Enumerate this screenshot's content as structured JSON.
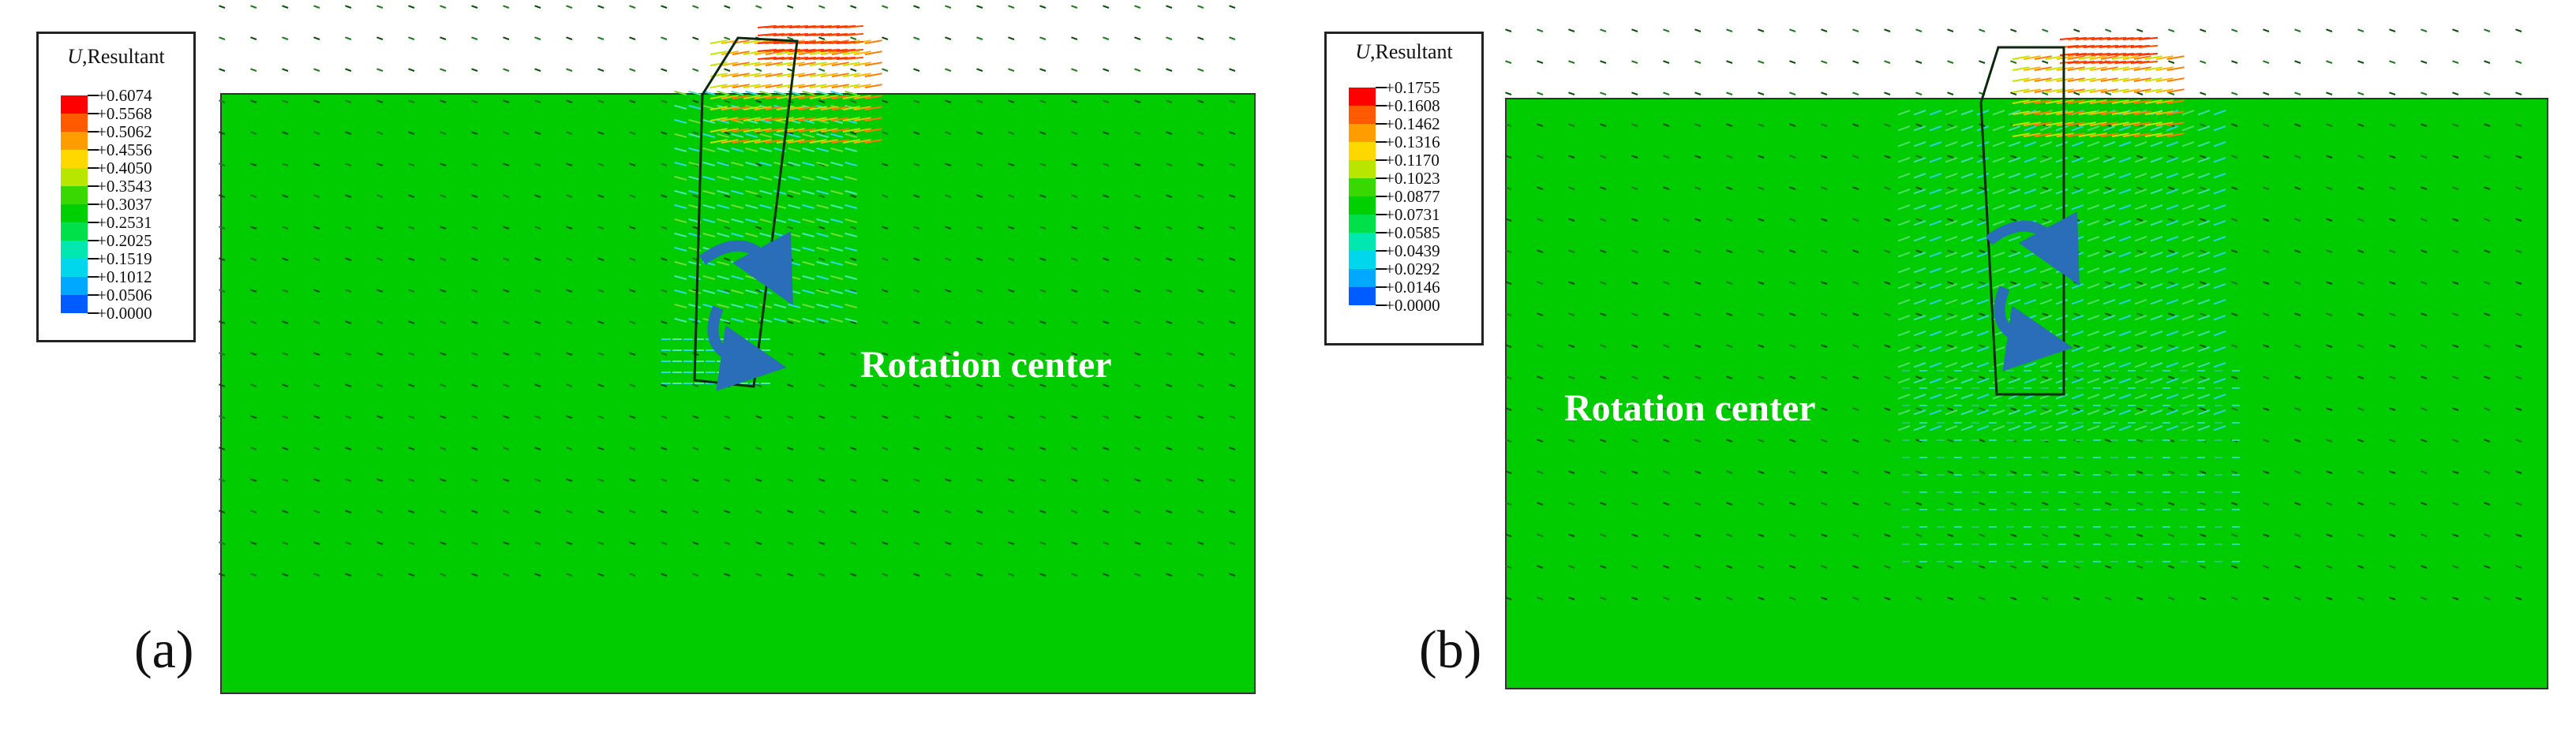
{
  "panels": [
    {
      "id": "a",
      "label": "(a)",
      "legend": {
        "variable": "U",
        "component": ",Resultant",
        "ticks": [
          "+0.6074",
          "+0.5568",
          "+0.5062",
          "+0.4556",
          "+0.4050",
          "+0.3543",
          "+0.3037",
          "+0.2531",
          "+0.2025",
          "+0.1519",
          "+0.1012",
          "+0.0506",
          "+0.0000"
        ]
      },
      "annotation": "Rotation center"
    },
    {
      "id": "b",
      "label": "(b)",
      "legend": {
        "variable": "U",
        "component": ",Resultant",
        "ticks": [
          "+0.1755",
          "+0.1608",
          "+0.1462",
          "+0.1316",
          "+0.1170",
          "+0.1023",
          "+0.0877",
          "+0.0731",
          "+0.0585",
          "+0.0439",
          "+0.0292",
          "+0.0146",
          "+0.0000"
        ]
      },
      "annotation": "Rotation center"
    }
  ],
  "colors": {
    "scale": [
      "#ff0000",
      "#ff5a00",
      "#ff9c00",
      "#ffd800",
      "#b8e600",
      "#39d800",
      "#00d000",
      "#00e04a",
      "#00e8b0",
      "#00d6ec",
      "#00a8ff",
      "#005cff",
      "#0000ff"
    ],
    "domain_fill": "#00cc00",
    "rotation_arrow": "#2a6db8"
  }
}
